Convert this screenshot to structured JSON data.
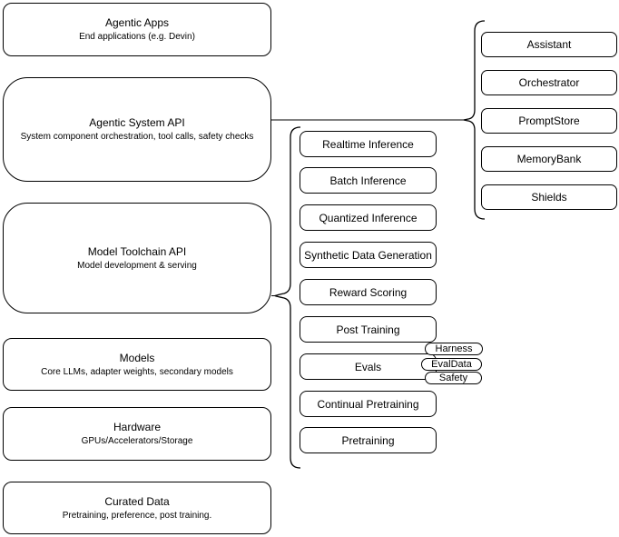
{
  "diagram": {
    "left_stack": [
      {
        "title": "Agentic Apps",
        "subtitle": "End applications (e.g. Devin)"
      },
      {
        "title": "Agentic System API",
        "subtitle": "System component orchestration, tool calls, safety checks"
      },
      {
        "title": "Model Toolchain API",
        "subtitle": "Model development & serving"
      },
      {
        "title": "Models",
        "subtitle": "Core LLMs, adapter weights, secondary models"
      },
      {
        "title": "Hardware",
        "subtitle": "GPUs/Accelerators/Storage"
      },
      {
        "title": "Curated Data",
        "subtitle": "Pretraining, preference, post training."
      }
    ],
    "toolchain_items": [
      {
        "label": "Realtime Inference"
      },
      {
        "label": "Batch Inference"
      },
      {
        "label": "Quantized Inference"
      },
      {
        "label": "Synthetic Data Generation"
      },
      {
        "label": "Reward Scoring"
      },
      {
        "label": "Post Training"
      },
      {
        "label": "Evals"
      },
      {
        "label": "Continual Pretraining"
      },
      {
        "label": "Pretraining"
      }
    ],
    "eval_tags": [
      {
        "label": "Harness"
      },
      {
        "label": "EvalData"
      },
      {
        "label": "Safety"
      }
    ],
    "system_components": [
      {
        "label": "Assistant"
      },
      {
        "label": "Orchestrator"
      },
      {
        "label": "PromptStore"
      },
      {
        "label": "MemoryBank"
      },
      {
        "label": "Shields"
      }
    ],
    "colors": {
      "stroke": "#000000",
      "fill": "#ffffff",
      "canvas": "#ffffff"
    }
  }
}
